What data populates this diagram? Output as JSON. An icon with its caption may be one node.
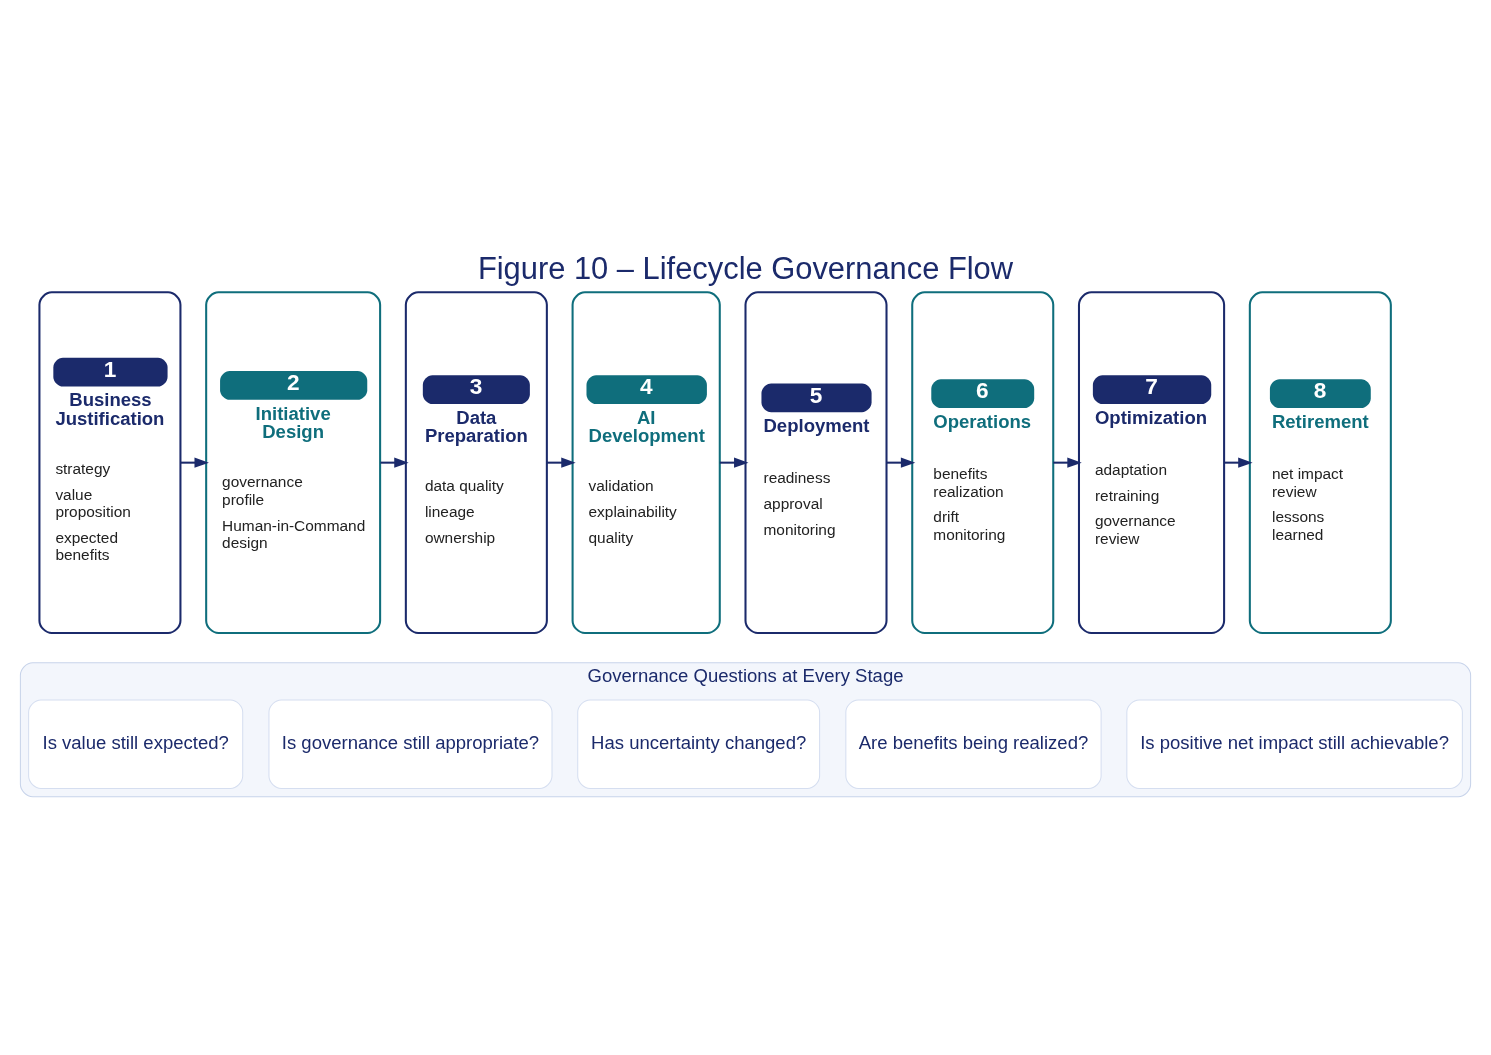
{
  "diagram": {
    "title": "Figure 10 – Lifecycle Governance Flow",
    "nodes": [
      {
        "text": [
          "1",
          "Business Justification",
          "strategy",
          "value proposition",
          "expected benefits"
        ]
      },
      {
        "text": [
          "2",
          "Initiative Design",
          "governance profile",
          "Human-in-Command design"
        ]
      },
      {
        "text": [
          "3",
          "Data Preparation",
          "data quality",
          "lineage",
          "ownership"
        ]
      },
      {
        "text": [
          "4",
          "AI Development",
          "validation",
          "explainability",
          "quality"
        ]
      },
      {
        "text": [
          "5",
          "Deployment",
          "readiness",
          "approval",
          "monitoring"
        ]
      },
      {
        "text": [
          "6",
          "Operations",
          "benefits realization",
          "drift monitoring"
        ]
      },
      {
        "text": [
          "7",
          "Optimization",
          "adaptation",
          "retraining",
          "governance review"
        ]
      },
      {
        "text": [
          "8",
          "Retirement",
          "net impact review",
          "lessons learned"
        ]
      },
      {
        "text": [
          "Governance Questions at Every Stage"
        ]
      },
      {
        "text": [
          "Is value still expected?"
        ],
        "in": 8
      },
      {
        "text": [
          "Is governance still appropriate?"
        ],
        "in": 8
      },
      {
        "text": [
          "Has uncertainty changed?"
        ],
        "in": 8
      },
      {
        "text": [
          "Are benefits being realized?"
        ],
        "in": 8
      },
      {
        "text": [
          "Is positive net impact still achievable?"
        ],
        "in": 8
      }
    ],
    "edges": [
      {
        "from": 0,
        "to": 1,
        "arrow": "to"
      },
      {
        "from": 1,
        "to": 2,
        "arrow": "to"
      },
      {
        "from": 2,
        "to": 3,
        "arrow": "to"
      },
      {
        "from": 3,
        "to": 4,
        "arrow": "to"
      },
      {
        "from": 4,
        "to": 5,
        "arrow": "to"
      },
      {
        "from": 5,
        "to": 6,
        "arrow": "to"
      },
      {
        "from": 6,
        "to": 7,
        "arrow": "to"
      }
    ]
  }
}
